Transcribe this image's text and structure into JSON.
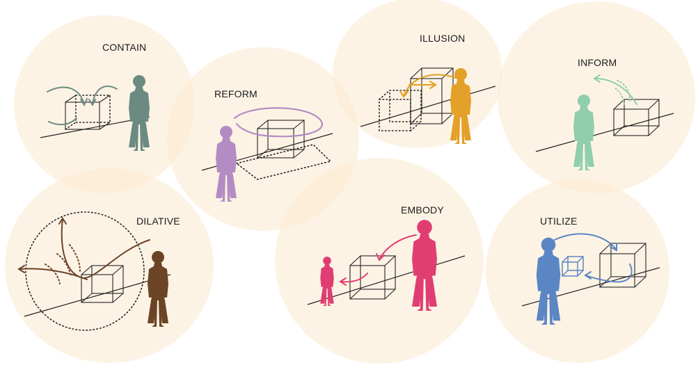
{
  "labels": {
    "contain": "CONTAIN",
    "reform": "REFORM",
    "illusion": "ILLUSION",
    "inform": "INFORM",
    "dilative": "DILATIVE",
    "embody": "EMBODY",
    "utilize": "UTILIZE"
  },
  "colors": {
    "blob": "#fbe9cf",
    "contain": "#6b8a80",
    "reform": "#b48cc4",
    "illusion": "#e3a12a",
    "inform": "#8fcfaa",
    "dilative": "#6b4426",
    "embody": "#e03e72",
    "utilize": "#5a86c4"
  }
}
